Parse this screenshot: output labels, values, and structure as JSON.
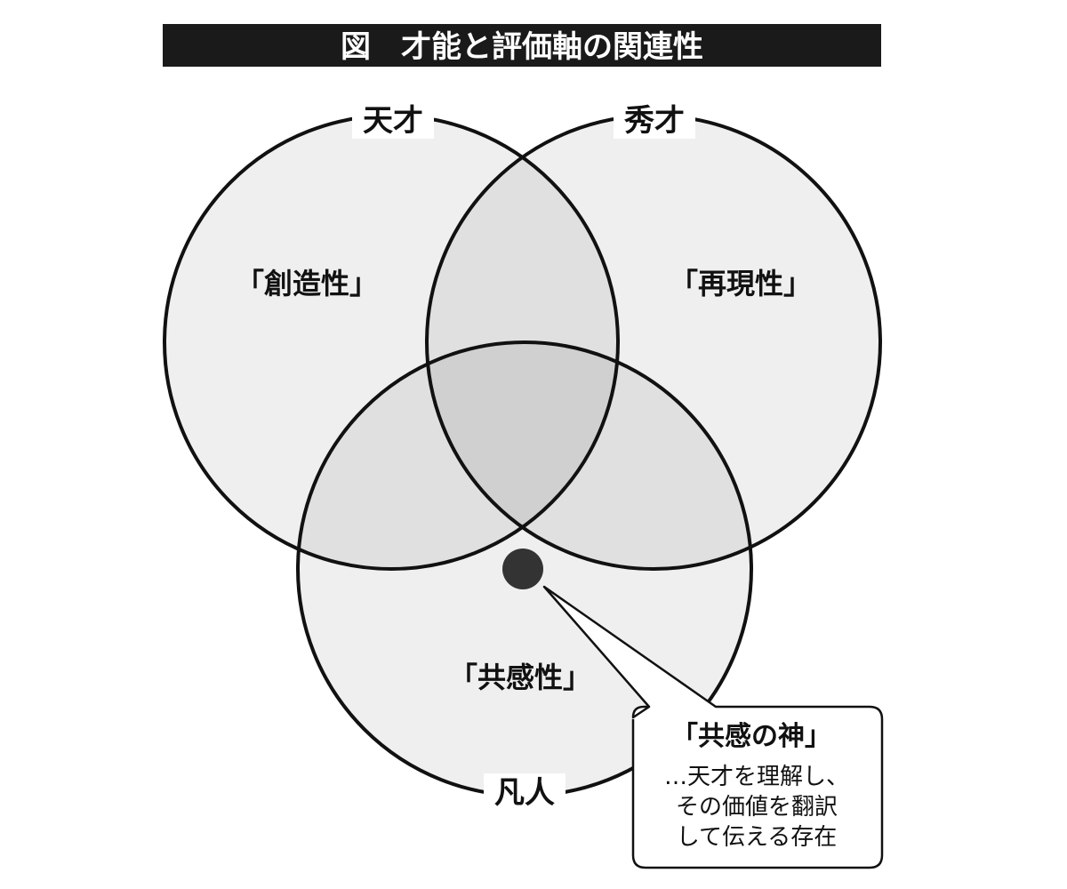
{
  "title": "図　才能と評価軸の関連性",
  "circles": {
    "genius": {
      "name": "天才",
      "trait": "「創造性」"
    },
    "talent": {
      "name": "秀才",
      "trait": "「再現性」"
    },
    "ordinary": {
      "name": "凡人",
      "trait": "「共感性」"
    }
  },
  "callout": {
    "title": "「共感の神」",
    "lines": [
      "…天才を理解し、",
      "その価値を翻訳",
      "して伝える存在"
    ]
  },
  "colors": {
    "title_bar": "#1a1a1a",
    "circle_fill": "#efefef",
    "overlap_two": "#e0e0e0",
    "overlap_three": "#d0d0d0",
    "outline": "#111111",
    "dot": "#333333"
  }
}
